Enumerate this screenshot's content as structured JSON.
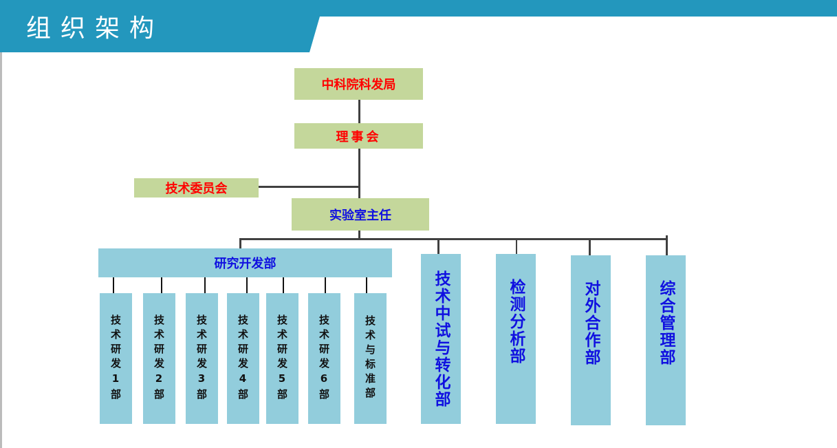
{
  "header": {
    "title": "组织架构"
  },
  "org": {
    "bureau": "中科院科发局",
    "board": "理事会",
    "tech_committee": "技术委员会",
    "director": "实验室主任",
    "rd_dept": "研究开发部",
    "rd_subs": [
      "技术研发1部",
      "技术研发2部",
      "技术研发3部",
      "技术研发4部",
      "技术研发5部",
      "技术研发6部",
      "技术与标准部"
    ],
    "depts": [
      "技术中试与转化部",
      "检测分析部",
      "对外合作部",
      "综合管理部"
    ]
  }
}
